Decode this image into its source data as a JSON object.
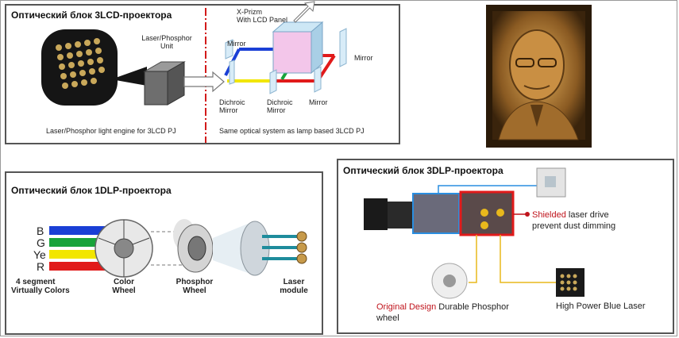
{
  "panel_3lcd": {
    "title": "Оптический блок 3LCD-проектора",
    "laser_phosphor_unit_1": "Laser/Phosphor",
    "laser_phosphor_unit_2": "Unit",
    "xprizm_1": "X-Prizm",
    "xprizm_2": "With LCD Panel",
    "mirror_top_left": "Mirror",
    "mirror_right": "Mirror",
    "dichroic_1_a": "Dichroic",
    "dichroic_1_b": "Mirror",
    "dichroic_2_a": "Dichroic",
    "dichroic_2_b": "Mirror",
    "mirror_bottom_right": "Mirror",
    "caption_left": "Laser/Phosphor light engine for 3LCD PJ",
    "caption_right": "Same optical system as lamp based 3LCD PJ"
  },
  "panel_1dlp": {
    "title": "Оптический блок 1DLP-проектора",
    "color_letters": [
      "B",
      "G",
      "Ye",
      "R"
    ],
    "segments_1": "4 segment",
    "segments_2": "Virtually Colors",
    "color_wheel_1": "Color",
    "color_wheel_2": "Wheel",
    "phosphor_wheel_1": "Phosphor",
    "phosphor_wheel_2": "Wheel",
    "laser_module_1": "Laser",
    "laser_module_2": "module"
  },
  "panel_3dlp": {
    "title": "Оптический блок 3DLP-проектора",
    "shielded_word": "Shielded",
    "shielded_rest": " laser drive",
    "shielded_line2": "prevent dust dimming",
    "original_word": "Original Design",
    "original_rest": " Durable Phosphor",
    "original_line2": "wheel",
    "blue_laser": "High Power  Blue Laser"
  },
  "colors": {
    "blue": "#1a3fd6",
    "green": "#18a33a",
    "yellow": "#f2e600",
    "red": "#e11a1a",
    "shield_red": "#c0141c",
    "lead_yellow": "#e8b81c",
    "lead_blue": "#2a8ee0"
  }
}
